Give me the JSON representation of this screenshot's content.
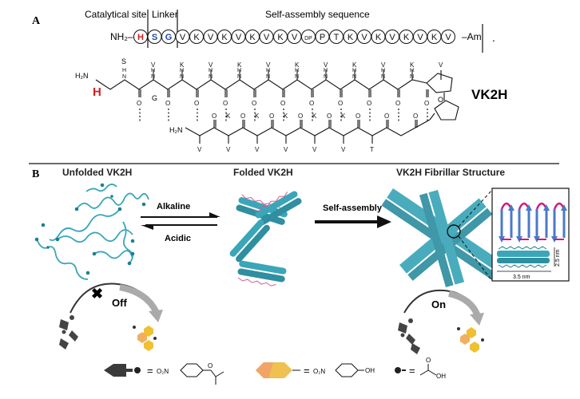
{
  "panel_a": {
    "letter": "A",
    "header_catalytic": "Catalytical site",
    "header_linker": "Linker",
    "header_self_assembly": "Self-assembly sequence",
    "n_terminus": "NH₂–",
    "c_terminus": "–Am",
    "sequence": [
      {
        "res": "H",
        "color": "#d22020"
      },
      {
        "res": "S",
        "color": "#1f4aa8"
      },
      {
        "res": "G",
        "color": "#1f4aa8"
      },
      {
        "res": "V",
        "color": "#111111"
      },
      {
        "res": "K",
        "color": "#111111"
      },
      {
        "res": "V",
        "color": "#111111"
      },
      {
        "res": "K",
        "color": "#111111"
      },
      {
        "res": "V",
        "color": "#111111"
      },
      {
        "res": "K",
        "color": "#111111"
      },
      {
        "res": "V",
        "color": "#111111"
      },
      {
        "res": "K",
        "color": "#111111"
      },
      {
        "res": "V",
        "color": "#111111"
      },
      {
        "res": "DP",
        "color": "#111111"
      },
      {
        "res": "P",
        "color": "#111111"
      },
      {
        "res": "T",
        "color": "#111111"
      },
      {
        "res": "K",
        "color": "#111111"
      },
      {
        "res": "V",
        "color": "#111111"
      },
      {
        "res": "K",
        "color": "#111111"
      },
      {
        "res": "V",
        "color": "#111111"
      },
      {
        "res": "K",
        "color": "#111111"
      },
      {
        "res": "V",
        "color": "#111111"
      },
      {
        "res": "K",
        "color": "#111111"
      },
      {
        "res": "V",
        "color": "#111111"
      }
    ],
    "period": ".",
    "structure_label": "VK2H",
    "h2n": "H₂N",
    "h_label": "H",
    "s_label": "S",
    "g_label": "G",
    "h2n_bottom": "H₂N",
    "top_side_labels": [
      "V",
      "V",
      "V",
      "V",
      "V",
      "V"
    ],
    "top_below_labels": [
      "K",
      "K",
      "K",
      "K",
      "K"
    ],
    "bottom_above_labels": [
      "K",
      "K",
      "K",
      "K",
      "K"
    ],
    "bottom_below_labels": [
      "V",
      "V",
      "V",
      "V",
      "V",
      "V",
      "T"
    ],
    "n_atom": "N",
    "h_atom": "H",
    "o_atom": "O",
    "proline_label": "O"
  },
  "panel_b": {
    "letter": "B",
    "unfolded_title": "Unfolded VK2H",
    "folded_title": "Folded VK2H",
    "fibril_title": "VK2H Fibrillar Structure",
    "alkaline": "Alkaline",
    "acidic": "Acidic",
    "self_assembly": "Self-assembly",
    "off_label": "Off",
    "on_label": "On",
    "x_mark": "✖",
    "dim_width": "3.5 nm",
    "dim_height": "2.5 nm",
    "legend_no2_1": "O₂N",
    "legend_no2_2": "O₂N",
    "legend_oh": "OH",
    "legend_o": "O",
    "legend_eq": "="
  },
  "colors": {
    "teal": "#3aa6b8",
    "teal_dark": "#1f7f8f",
    "red": "#d22020",
    "blue": "#1f4aa8",
    "magenta": "#d0197a",
    "sheet_blue": "#4a7ac8",
    "yellow": "#f0c030",
    "pink": "#f09090",
    "gray": "#6a6a6a"
  }
}
